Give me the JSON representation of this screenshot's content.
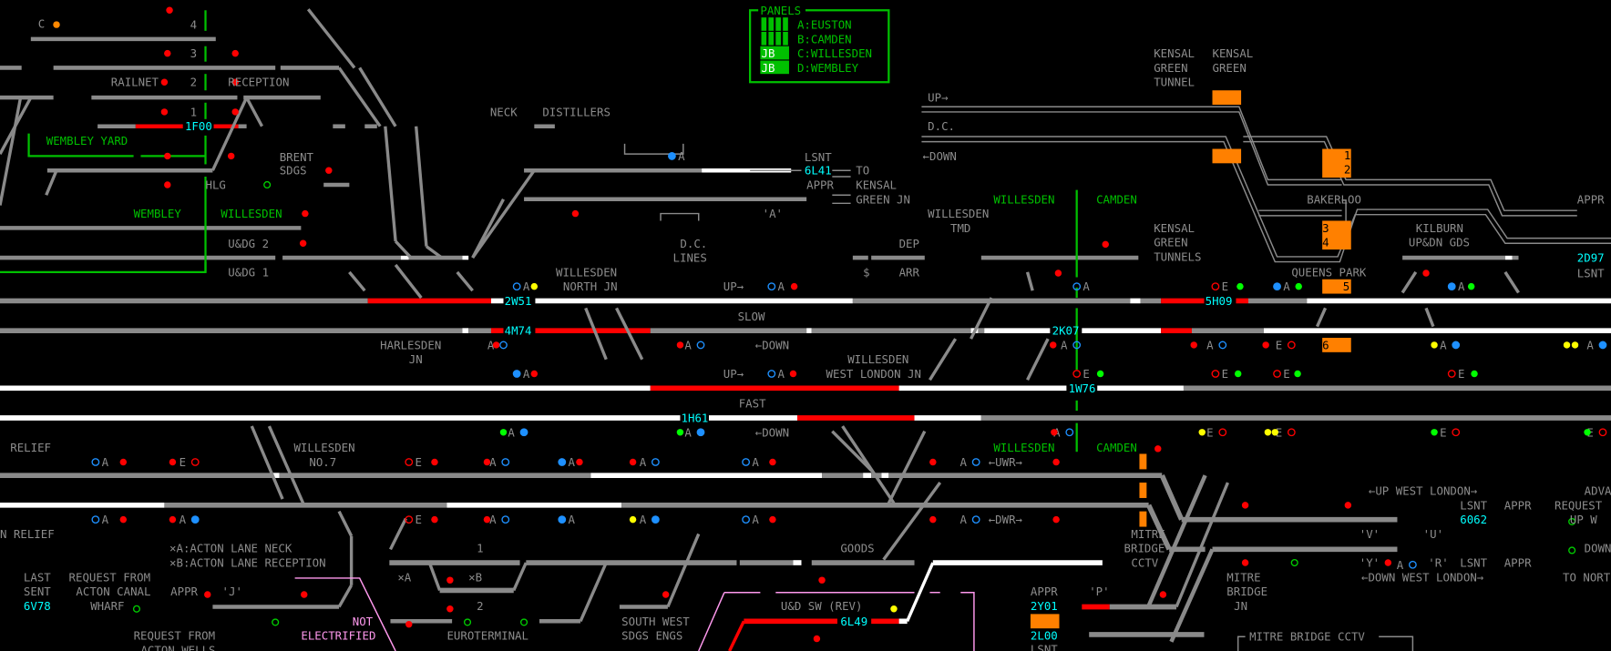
{
  "panels": {
    "title": "PANELS",
    "rows": [
      {
        "label": "A:EUSTON",
        "operator": ""
      },
      {
        "label": "B:CAMDEN",
        "operator": ""
      },
      {
        "label": "C:WILLESDEN",
        "operator": "JB"
      },
      {
        "label": "D:WEMBLEY",
        "operator": "JB"
      }
    ],
    "active_color": "#00c000"
  },
  "colors": {
    "track": "#8a8a8a",
    "route_set": "#ffffff",
    "occupied": "#ff0000",
    "train_id": "#00ffff",
    "boundary": "#00c000",
    "not_electrified": "#ff99ee",
    "platform": "#ff8000",
    "auto_marker": "#1e90ff",
    "e_marker": "#ff0000"
  },
  "markers": {
    "auto": "A",
    "e": "E"
  },
  "train_ids": {
    "t1F00": "1F00",
    "t6L41": "6L41",
    "t2W51": "2W51",
    "t4M74": "4M74",
    "t2K07": "2K07",
    "t5H09": "5H09",
    "t1W76": "1W76",
    "t1H61": "1H61",
    "t2D97": "2D97",
    "t6062": "6062",
    "t6V78": "6V78",
    "t6L49": "6L49",
    "t2Y01": "2Y01",
    "t2L00": "2L00"
  },
  "labels": {
    "c": "C",
    "n4": "4",
    "n3": "3",
    "railnet": "RAILNET",
    "n2": "2",
    "reception": "RECEPTION",
    "n1": "1",
    "wembley_yard": "WEMBLEY YARD",
    "brent": "BRENT",
    "sdgs": "SDGS",
    "hlg": "HLG",
    "wembley": "WEMBLEY",
    "willesden_b1": "WILLESDEN",
    "udg2": "U&DG 2",
    "udg1": "U&DG 1",
    "neck": "NECK",
    "distillers": "DISTILLERS",
    "lsnt1": "LSNT",
    "to": "TO",
    "appr1": "APPR",
    "kensal_jn1": "KENSAL",
    "kensal_jn2": "GREEN JN",
    "a_quote": "'A'",
    "dc_up": "UP→",
    "dc": "D.C.",
    "dc_down": "←DOWN",
    "kgt1": "KENSAL",
    "kgt2": "GREEN",
    "kgt3": "TUNNEL",
    "kg1": "KENSAL",
    "kg2": "GREEN",
    "bakerloo": "BAKERLOO",
    "appr_r": "APPR",
    "lsnt_r": "LSNT",
    "willesden_b2": "WILLESDEN",
    "camden_b2": "CAMDEN",
    "tmd1": "WILLESDEN",
    "tmd2": "TMD",
    "dcl1": "D.C.",
    "dcl2": "LINES",
    "dep": "DEP",
    "dollar": "$",
    "arr": "ARR",
    "kgts1": "KENSAL",
    "kgts2": "GREEN",
    "kgts3": "TUNNELS",
    "kil1": "KILBURN",
    "kil2": "UP&DN GDS",
    "queens_park": "QUEENS PARK",
    "wnj1": "WILLESDEN",
    "wnj2": "NORTH JN",
    "up_slow": "UP→",
    "slow": "SLOW",
    "harl1": "HARLESDEN",
    "harl2": "JN",
    "down_slow": "←DOWN",
    "up_fast": "UP→",
    "wwl1": "WILLESDEN",
    "wwl2": "WEST LONDON JN",
    "fast": "FAST",
    "down_fast": "←DOWN",
    "relief_up": "RELIEF",
    "relief_dn": "N RELIEF",
    "no7a": "WILLESDEN",
    "no7b": "NO.7",
    "willesden_b3": "WILLESDEN",
    "camden_b3": "CAMDEN",
    "uwr": "←UWR→",
    "dwr": "←DWR→",
    "up_wl": "←UP WEST LONDON→",
    "adva": "ADVA",
    "request_r": "REQUEST",
    "up_w": "UP W",
    "lsnt_u": "LSNT",
    "appr_u": "APPR",
    "v": "'V'",
    "u": "'U'",
    "mbc1": "MITRE",
    "mbc2": "BRIDGE",
    "mbc3": "CCTV",
    "acton_a": "×A:ACTON LANE NECK",
    "acton_b": "×B:ACTON LANE RECEPTION",
    "one_l": "1",
    "goods": "GOODS",
    "y": "'Y'",
    "r": "'R'",
    "lsnt_d": "LSNT",
    "appr_d": "APPR",
    "down_r": "DOWN",
    "mbj1": "MITRE",
    "mbj2": "BRIDGE",
    "mbj3": "JN",
    "down_wl": "←DOWN WEST LONDON→",
    "to_nort": "TO NORT",
    "last": "LAST",
    "sent": "SENT",
    "rf1": "REQUEST FROM",
    "rf2": "ACTON CANAL",
    "rf3": "WHARF",
    "appr_j": "APPR",
    "j": "'J'",
    "xa": "×A",
    "xb": "×B",
    "two_l": "2",
    "udsw": "U&D SW (REV)",
    "appr_p": "APPR",
    "p": "'P'",
    "lsnt_p": "LSNT",
    "not": "NOT",
    "electrified": "ELECTRIFIED",
    "euroterminal": "EUROTERMINAL",
    "sw1": "SOUTH WEST",
    "sw2": "SDGS ENGS",
    "rw1": "REQUEST FROM",
    "rw2": "ACTON WELLS",
    "mb_cctv_box": "MITRE BRIDGE CCTV"
  },
  "platforms": {
    "p1": "1",
    "p2": "2",
    "p3": "3",
    "p4": "4",
    "p5": "5",
    "p6": "6"
  }
}
